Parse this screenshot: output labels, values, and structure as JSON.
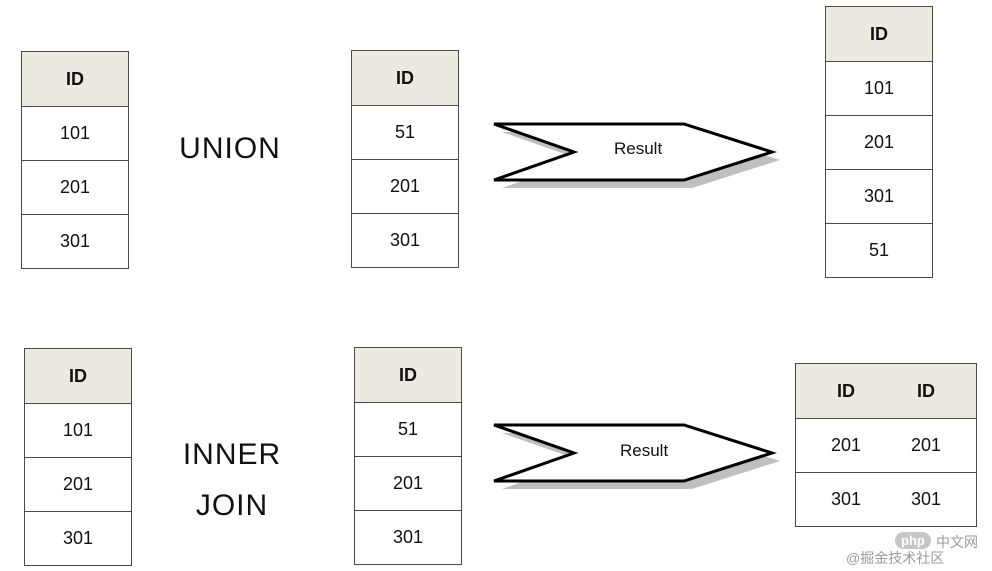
{
  "union": {
    "left_table": {
      "header": "ID",
      "rows": [
        "101",
        "201",
        "301"
      ]
    },
    "operator": "UNION",
    "right_table": {
      "header": "ID",
      "rows": [
        "51",
        "201",
        "301"
      ]
    },
    "arrow_label": "Result",
    "result_table": {
      "header": "ID",
      "rows": [
        "101",
        "201",
        "301",
        "51"
      ]
    }
  },
  "inner_join": {
    "left_table": {
      "header": "ID",
      "rows": [
        "101",
        "201",
        "301"
      ]
    },
    "operator_line1": "INNER",
    "operator_line2": "JOIN",
    "right_table": {
      "header": "ID",
      "rows": [
        "51",
        "201",
        "301"
      ]
    },
    "arrow_label": "Result",
    "result_table": {
      "headers": [
        "ID",
        "ID"
      ],
      "rows": [
        [
          "201",
          "201"
        ],
        [
          "301",
          "301"
        ]
      ]
    }
  },
  "watermark": {
    "badge": "php",
    "text1": "中文网",
    "text2": "@掘金技术社区"
  }
}
